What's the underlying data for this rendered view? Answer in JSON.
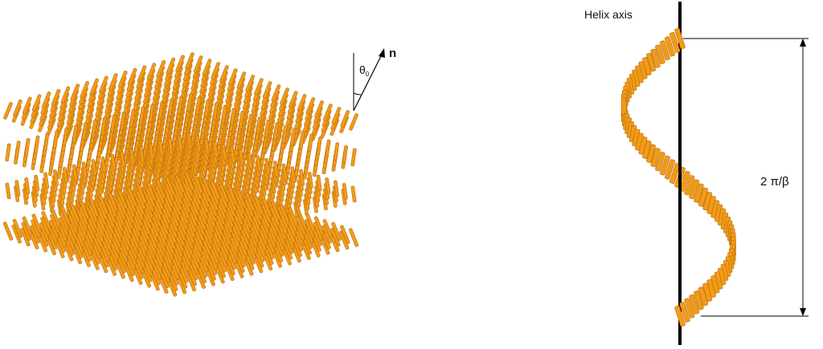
{
  "labels": {
    "helix_axis": "Helix axis",
    "pitch": "2 π/β",
    "director": "n",
    "tilt_angle": "θ",
    "tilt_angle_subscript": "0"
  },
  "colors": {
    "rod_fill": "#F29B17",
    "rod_stroke": "#A9600B",
    "line": "#000000"
  },
  "layers": [
    {
      "id": "layer-1",
      "description_angle_deg": 22
    },
    {
      "id": "layer-2",
      "description_angle_deg": 8
    },
    {
      "id": "layer-3",
      "description_angle_deg": -8
    },
    {
      "id": "layer-4",
      "description_angle_deg": -22
    }
  ]
}
